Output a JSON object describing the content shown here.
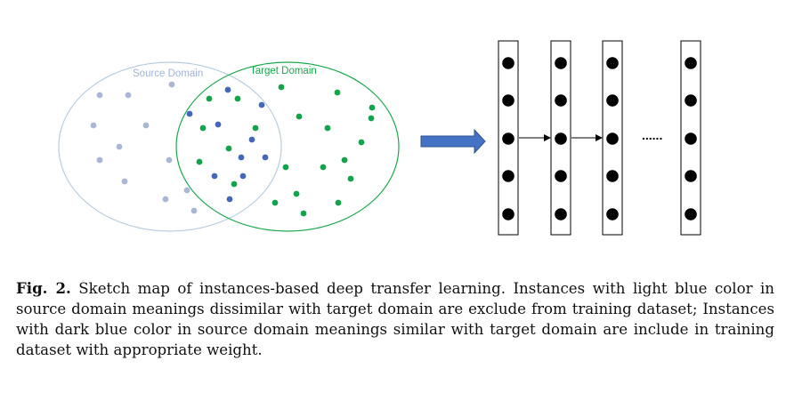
{
  "diagram": {
    "source_domain_label": "Source Domain",
    "target_domain_label": "Target Domain",
    "ellipsis": "......",
    "colors": {
      "source_outline": "#b8cde0",
      "target_outline": "#1aa84c",
      "light_blue_instance": "#a9b6d4",
      "dark_blue_instance": "#4467b8",
      "target_instance": "#13a34a",
      "arrow": "#4472c4",
      "arrow_border": "#2f528f",
      "node": "#000000"
    }
  },
  "caption": {
    "label": "Fig. 2.",
    "text": "Sketch map of instances-based deep transfer learning. Instances with light blue color in source domain meanings dissimilar with target domain are exclude from training dataset; Instances with dark blue color in source domain meanings similar with target domain are include in training dataset with appropriate weight."
  }
}
